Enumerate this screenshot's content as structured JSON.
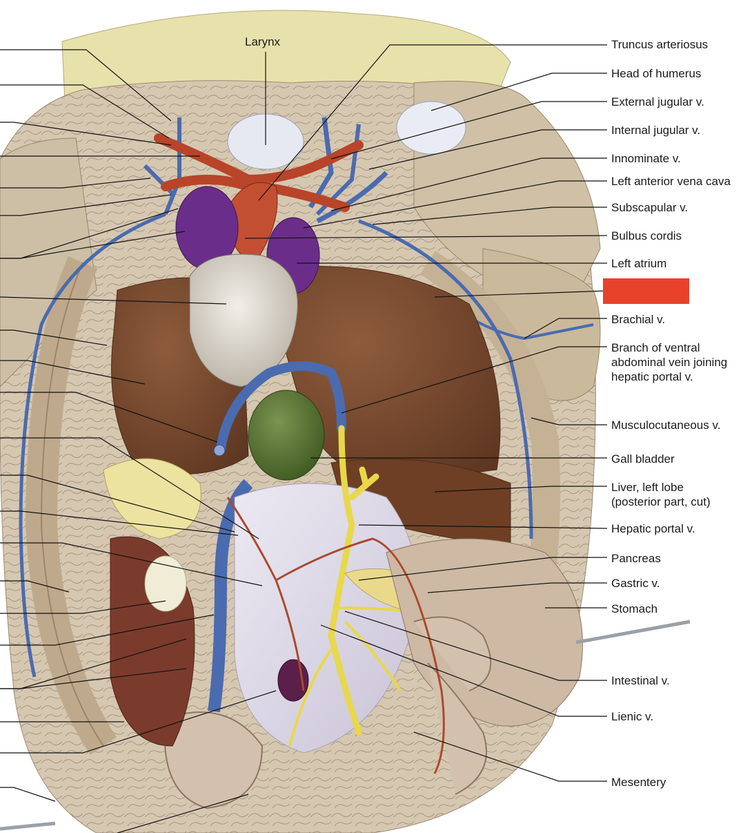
{
  "figure": {
    "top_label": "Larynx",
    "right_labels": [
      "Truncus arteriosus",
      "Head of humerus",
      "External jugular v.",
      "Internal jugular v.",
      "Innominate v.",
      "Left anterior vena cava",
      "Subscapular v.",
      "Bulbus cordis",
      "Left atrium",
      "Brachial v.",
      "Branch of ventral abdominal vein joining hepatic portal v.",
      "Musculocutaneous v.",
      "Gall bladder",
      "Liver, left lobe (posterior part, cut)",
      "Hepatic portal v.",
      "Pancreas",
      "Gastric v.",
      "Stomach",
      "Intestinal v.",
      "Lienic v.",
      "Mesentery"
    ],
    "colors": {
      "redaction": "#e8432a",
      "vein": "#4a6bb0",
      "artery": "#b8442a",
      "atrium": "#6a2d8a",
      "liver": "#7a4a30",
      "portal": "#e8d84a",
      "gall_bladder": "#4e6a2c",
      "tissue": "#d9c7ad"
    }
  }
}
